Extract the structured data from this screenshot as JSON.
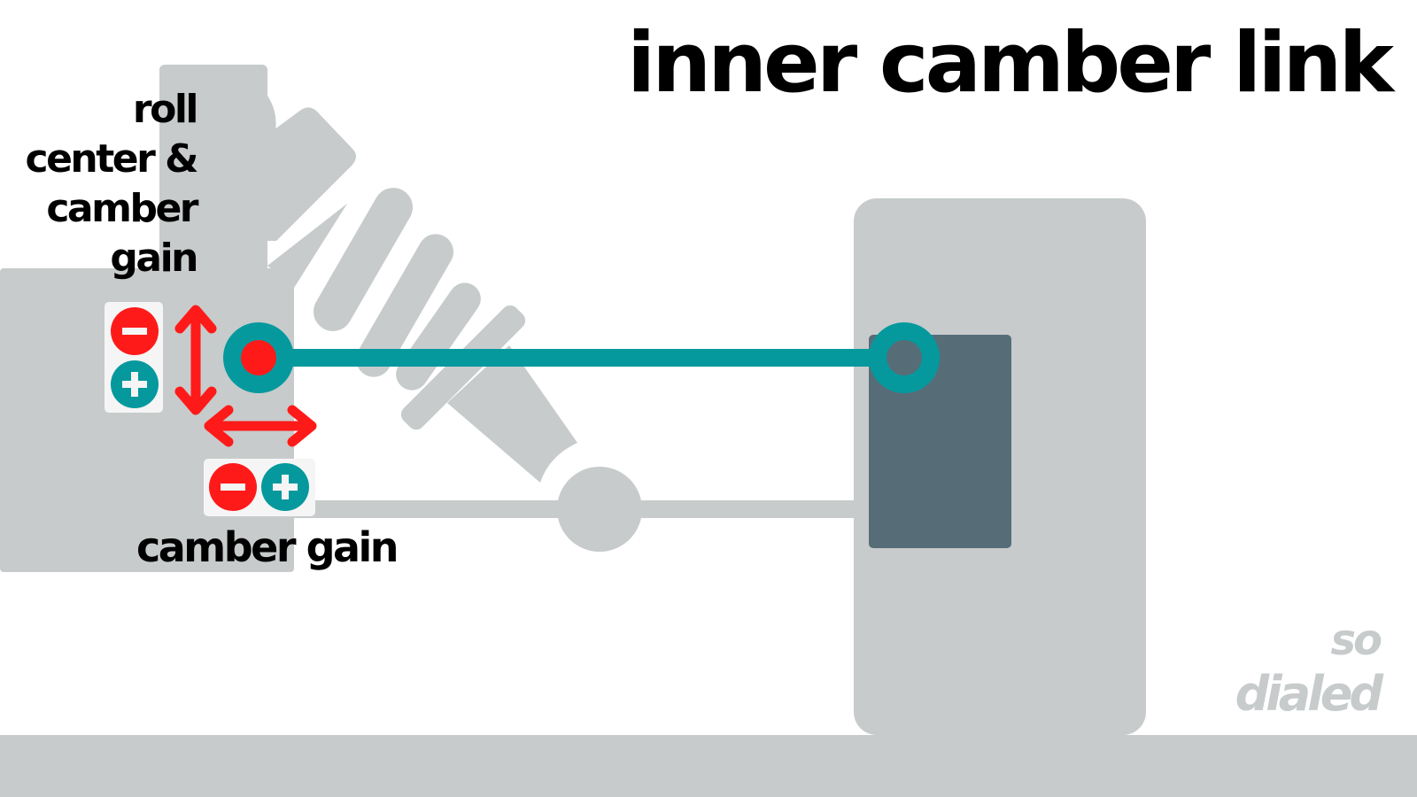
{
  "title": "inner camber link",
  "labels": {
    "roll_center_lines": [
      "roll",
      "center &",
      "camber",
      "gain"
    ],
    "camber_gain": "camber gain"
  },
  "indicators": {
    "vertical": {
      "minus_symbol": "−",
      "plus_symbol": "+"
    },
    "horizontal": {
      "minus_symbol": "−",
      "plus_symbol": "+"
    }
  },
  "logo": {
    "line1": "so",
    "line2": "dialed"
  },
  "colors": {
    "background": "#ffffff",
    "component_gray": "#c7cbcb",
    "upright_dark": "#566d78",
    "link_teal": "#05999e",
    "accent_red": "#ff1a1a",
    "badge_bg": "#f5f5f5",
    "text": "#000000"
  },
  "icons": {
    "minus": "minus-circle-icon",
    "plus": "plus-circle-icon",
    "vertical_arrow": "double-arrow-vertical-icon",
    "horizontal_arrow": "double-arrow-horizontal-icon"
  }
}
